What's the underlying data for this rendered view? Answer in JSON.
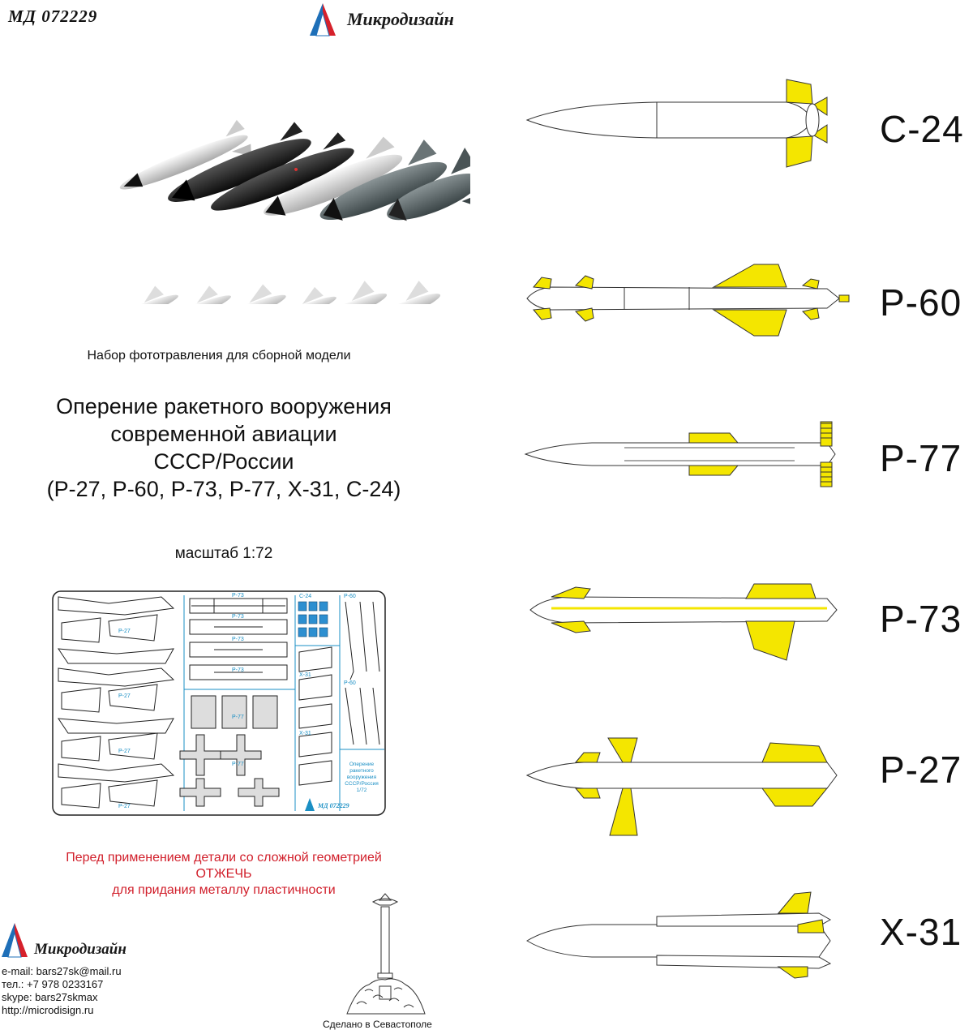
{
  "header": {
    "product_code": "МД 072229",
    "brand": "Микродизайн"
  },
  "intro": {
    "subtitle": "Набор фототравления для сборной модели"
  },
  "title_lines": [
    "Оперение ракетного вооружения",
    "современной авиации",
    "СССР/России",
    "(Р-27, Р-60, Р-73, Р-77, Х-31, С-24)"
  ],
  "scale": "масштаб 1:72",
  "fret": {
    "labels": [
      "Р-27",
      "Р-73",
      "Р-77",
      "С-24",
      "Р-60",
      "Х-31"
    ],
    "note_lines": [
      "Оперение",
      "ракетного",
      "вооружения",
      "СССР/Россия",
      "1/72"
    ],
    "code": "МД 072229"
  },
  "warning": {
    "line1": "Перед применением детали со сложной геометрией",
    "line2": "ОТЖЕЧЬ",
    "line3": "для придания металлу пластичности"
  },
  "footer": {
    "brand": "Микродизайн",
    "email": "e-mail: bars27sk@mail.ru",
    "phone": "тел.: +7 978 0233167",
    "skype": "skype: bars27skmax",
    "site": "http://microdisign.ru",
    "made_in": "Сделано в Севастополе"
  },
  "missiles": [
    "С-24",
    "Р-60",
    "Р-77",
    "Р-73",
    "Р-27",
    "Х-31"
  ],
  "colors": {
    "fin_yellow": "#f4e600",
    "warning_red": "#d11e2a",
    "fret_outline": "#1a8fc4",
    "logo_blue": "#1e6fb8",
    "logo_red": "#d6212b"
  }
}
